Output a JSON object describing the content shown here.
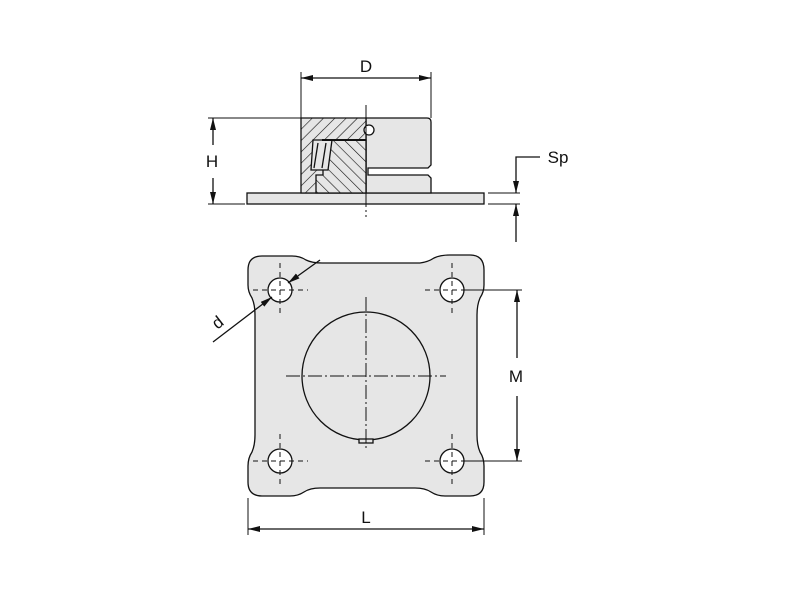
{
  "drawing": {
    "labels": {
      "D": "D",
      "H": "H",
      "Sp": "Sp",
      "d": "d",
      "M": "M",
      "L": "L"
    },
    "colors": {
      "fill": "#e6e6e6",
      "line": "#111111"
    }
  }
}
